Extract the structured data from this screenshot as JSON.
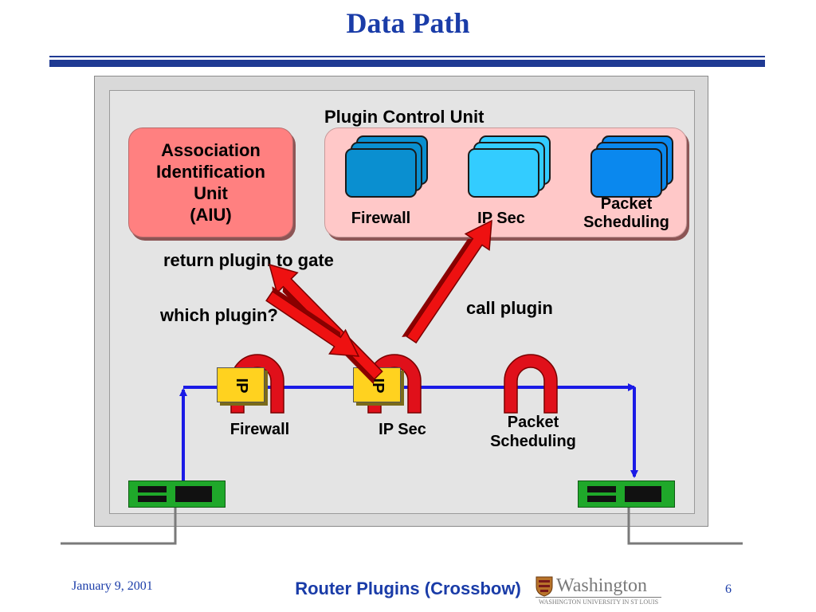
{
  "slide": {
    "title": "Data Path"
  },
  "diagram": {
    "aiu": {
      "lines": [
        "Association",
        "Identification",
        "Unit",
        "(AIU)"
      ]
    },
    "pcu": {
      "title": "Plugin Control Unit",
      "plugins": [
        {
          "label": "Firewall",
          "color": "#0a8fd0"
        },
        {
          "label": "IP Sec",
          "color": "#33ccff"
        },
        {
          "label": "Packet Scheduling",
          "label_lines": [
            "Packet",
            "Scheduling"
          ],
          "color": "#0a88ee"
        }
      ]
    },
    "arrow_labels": {
      "return_plugin": "return plugin to gate",
      "which_plugin": "which plugin?",
      "call_plugin": "call plugin"
    },
    "gates": [
      {
        "label": "Firewall",
        "ip_tag": "IP"
      },
      {
        "label": "IP Sec",
        "ip_tag": "IP"
      },
      {
        "label": "Packet Scheduling",
        "label_lines": [
          "Packet",
          "Scheduling"
        ]
      }
    ],
    "colors": {
      "arrow_red": "#ee1111",
      "gate_red": "#e0101a",
      "data_path_blue": "#1a1ae6",
      "nic_green": "#1fa82a",
      "title_blue": "#1a3ca8"
    }
  },
  "footer": {
    "date": "January 9, 2001",
    "title": "Router Plugins (Crossbow)",
    "page": "6",
    "logo_name": "Washington",
    "logo_sub": "WASHINGTON UNIVERSITY IN ST LOUIS"
  }
}
